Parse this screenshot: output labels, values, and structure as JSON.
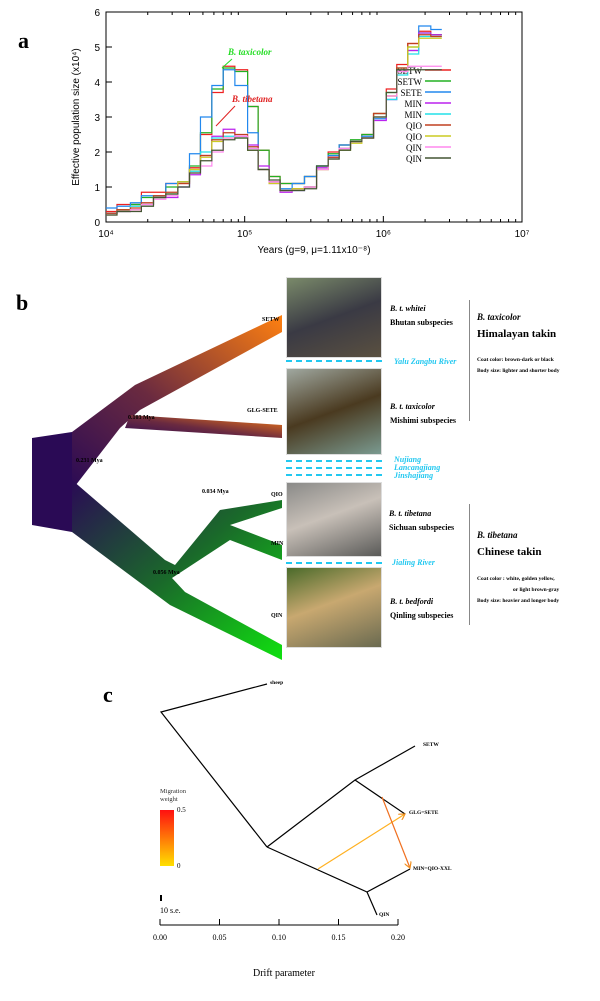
{
  "panels": {
    "a": "a",
    "b": "b",
    "c": "c"
  },
  "chart_data": [
    {
      "type": "line",
      "panel": "a",
      "xlabel": "Years (g=9, μ=1.11x10⁻⁸)",
      "ylabel": "Effective population size (x10⁴)",
      "xscale": "log",
      "xlim": [
        10000,
        10000000
      ],
      "ylim": [
        0,
        6
      ],
      "xticks": [
        "10⁴",
        "10⁵",
        "10⁶",
        "10⁷"
      ],
      "yticks": [
        "0",
        "1",
        "2",
        "3",
        "4",
        "5",
        "6"
      ],
      "annotations": [
        {
          "text": "B. taxicolor",
          "color": "#22dd22"
        },
        {
          "text": "B. tibetana",
          "color": "#e02020"
        }
      ],
      "x": [
        10000,
        12000,
        15000,
        18000,
        22000,
        27000,
        33000,
        40000,
        48000,
        58000,
        70000,
        85000,
        105000,
        125000,
        150000,
        180000,
        220000,
        270000,
        330000,
        400000,
        480000,
        580000,
        700000,
        850000,
        1050000,
        1250000,
        1500000,
        1800000,
        2200000
      ],
      "series": [
        {
          "name": "SETW",
          "color": "#ee2020",
          "values": [
            0.3,
            0.5,
            0.5,
            0.85,
            0.85,
            1.1,
            1.1,
            1.55,
            2.5,
            3.7,
            4.45,
            4.35,
            3.3,
            2.05,
            1.3,
            1.1,
            1.1,
            1.3,
            1.6,
            2.0,
            2.2,
            2.3,
            2.5,
            3.1,
            3.8,
            4.5,
            5.1,
            5.45,
            5.35
          ]
        },
        {
          "name": "SETW",
          "color": "#22b022",
          "values": [
            0.25,
            0.35,
            0.5,
            0.7,
            0.7,
            1.0,
            1.15,
            1.6,
            2.55,
            3.8,
            4.4,
            4.3,
            3.3,
            2.05,
            1.3,
            1.1,
            1.1,
            1.3,
            1.6,
            1.95,
            2.2,
            2.35,
            2.5,
            3.1,
            3.7,
            4.4,
            5.0,
            5.4,
            5.35
          ]
        },
        {
          "name": "SETE",
          "color": "#2288ee",
          "values": [
            0.4,
            0.45,
            0.55,
            0.75,
            0.75,
            1.1,
            1.15,
            1.95,
            3.0,
            3.9,
            4.35,
            3.9,
            2.55,
            1.5,
            1.15,
            0.95,
            1.1,
            1.3,
            1.6,
            1.9,
            2.2,
            2.3,
            2.45,
            2.95,
            3.5,
            4.3,
            4.9,
            5.6,
            5.5
          ]
        },
        {
          "name": "MIN",
          "color": "#bb22ee",
          "values": [
            0.25,
            0.3,
            0.35,
            0.5,
            0.7,
            0.7,
            1.0,
            1.35,
            1.9,
            2.45,
            2.65,
            2.45,
            2.2,
            1.6,
            1.1,
            0.85,
            0.9,
            1.0,
            1.55,
            1.85,
            2.1,
            2.3,
            2.4,
            2.9,
            3.5,
            4.3,
            4.9,
            5.4,
            5.35
          ]
        },
        {
          "name": "MIN",
          "color": "#22e0e8",
          "values": [
            0.25,
            0.3,
            0.45,
            0.5,
            0.7,
            0.8,
            1.0,
            1.45,
            2.0,
            2.4,
            2.45,
            2.4,
            2.1,
            1.5,
            1.15,
            0.9,
            0.9,
            1.0,
            1.6,
            1.8,
            2.1,
            2.3,
            2.4,
            3.0,
            3.5,
            4.2,
            4.8,
            5.3,
            5.3
          ]
        },
        {
          "name": "QIO",
          "color": "#c04020",
          "values": [
            0.25,
            0.35,
            0.4,
            0.55,
            0.75,
            0.85,
            1.1,
            1.5,
            1.9,
            2.35,
            2.55,
            2.5,
            2.15,
            1.5,
            1.15,
            0.9,
            0.95,
            1.0,
            1.5,
            1.85,
            2.1,
            2.3,
            2.4,
            3.1,
            3.6,
            4.4,
            5.1,
            5.35,
            5.3
          ]
        },
        {
          "name": "QIO",
          "color": "#cccc22",
          "values": [
            0.2,
            0.3,
            0.35,
            0.5,
            0.7,
            0.8,
            1.15,
            1.5,
            1.85,
            2.3,
            2.4,
            2.4,
            2.05,
            1.5,
            1.1,
            0.9,
            0.95,
            1.0,
            1.5,
            1.8,
            2.05,
            2.25,
            2.4,
            3.0,
            3.6,
            4.3,
            5.0,
            5.25,
            5.25
          ]
        },
        {
          "name": "QIN",
          "color": "#ff88ee",
          "values": [
            0.2,
            0.3,
            0.35,
            0.5,
            0.65,
            0.75,
            1.0,
            1.4,
            1.6,
            2.0,
            2.4,
            2.45,
            2.1,
            1.5,
            1.15,
            0.9,
            0.9,
            1.0,
            1.5,
            1.8,
            2.1,
            2.3,
            2.4,
            3.0,
            3.6,
            4.3,
            4.45,
            4.45,
            4.45
          ]
        },
        {
          "name": "QIN",
          "color": "#445533",
          "values": [
            0.2,
            0.3,
            0.3,
            0.45,
            0.7,
            0.8,
            1.0,
            1.4,
            1.75,
            2.05,
            2.35,
            2.4,
            2.05,
            1.5,
            1.2,
            0.9,
            0.9,
            0.95,
            1.6,
            1.8,
            2.05,
            2.3,
            2.4,
            3.0,
            3.7,
            4.35,
            4.35,
            4.35,
            4.35
          ]
        }
      ]
    },
    {
      "type": "tree",
      "panel": "c",
      "xlabel": "Drift parameter",
      "xlim": [
        0,
        0.2
      ],
      "xticks": [
        "0.00",
        "0.05",
        "0.10",
        "0.15",
        "0.20"
      ],
      "tips": [
        "sheep",
        "SETW",
        "GLG=SETE",
        "MIN=QIO-XXL",
        "QIN"
      ],
      "legend": {
        "title": "Migration weight",
        "max": "0.5",
        "min": "0"
      },
      "scale_label": "10 s.e."
    }
  ],
  "panel_b": {
    "nodes": [
      "0.231 Mya",
      "0.103 Mya",
      "0.056 Mya",
      "0.034 Mya"
    ],
    "tips": [
      "SETW",
      "GLG-SETE",
      "QIO",
      "MIN",
      "QIN"
    ],
    "subspecies": [
      {
        "latin": "B. t. whitei",
        "common": "Bhutan subspecies"
      },
      {
        "latin": "B. t. taxicolor",
        "common": "Mishimi subspecies"
      },
      {
        "latin": "B. t. tibetana",
        "common": "Sichuan subspecies"
      },
      {
        "latin": "B. t. bedfordi",
        "common": "Qinling subspecies"
      }
    ],
    "rivers": [
      "Yalu Zangbu River",
      "Nujiang",
      "Lancangjiang",
      "Jinshajiang",
      "Jialing River"
    ],
    "species": [
      {
        "latin": "B. taxicolor",
        "common": "Himalayan takin",
        "coat": "Coat color: brown-dark or black",
        "body": "Body size: lighter and shorter body"
      },
      {
        "latin": "B. tibetana",
        "common": "Chinese takin",
        "coat": "Coat color : white, golden yellow,",
        "coat2": "or light brown-gray",
        "body": "Body size: heavier and longer body"
      }
    ]
  }
}
